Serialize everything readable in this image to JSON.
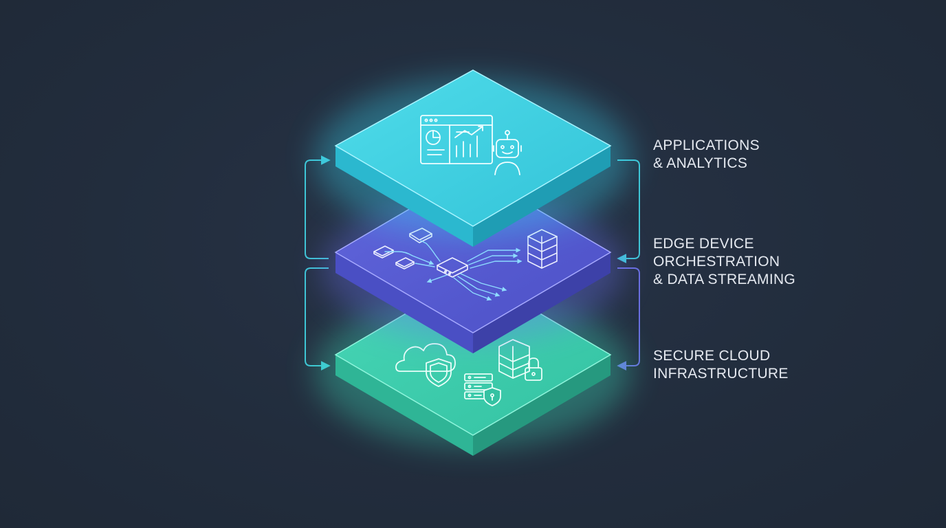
{
  "diagram": {
    "layers": [
      {
        "id": "applications",
        "label_lines": [
          "APPLICATIONS",
          "& ANALYTICS"
        ],
        "icons": [
          "dashboard-window-icon",
          "pie-chart-icon",
          "bar-chart-icon",
          "trend-arrow-icon",
          "robot-icon"
        ],
        "colors": {
          "top": "#41d3e6",
          "front": "#2bb8cf",
          "side": "#1f9db4",
          "glow": "#38d6f0"
        }
      },
      {
        "id": "edge",
        "label_lines": [
          "EDGE DEVICE",
          "ORCHESTRATION",
          "& DATA STREAMING"
        ],
        "icons": [
          "tablet-icon",
          "phone-icon",
          "small-device-icon",
          "edge-hub-icon",
          "server-rack-icon",
          "data-stream-arrows-icon"
        ],
        "colors": {
          "top": "#5a5fd6",
          "front": "#4a4fc4",
          "side": "#3d41a8",
          "glow": "#6a6ff0"
        }
      },
      {
        "id": "cloud",
        "label_lines": [
          "SECURE CLOUD",
          "INFRASTRUCTURE"
        ],
        "icons": [
          "cloud-shield-icon",
          "server-shield-icon",
          "database-lock-icon"
        ],
        "colors": {
          "top": "#3fcfb0",
          "front": "#2fb596",
          "side": "#26997f",
          "glow": "#3ee0bb"
        }
      }
    ],
    "connectors": {
      "left_color": "#3fc6d6",
      "right_top_color": "#3fc6d6",
      "right_bottom_color": "#6a6fe0"
    }
  }
}
